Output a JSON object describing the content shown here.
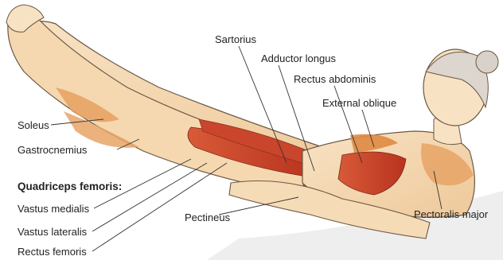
{
  "labels": {
    "sartorius": "Sartorius",
    "adductor_longus": "Adductor longus",
    "rectus_abdominis": "Rectus abdominis",
    "external_oblique": "External oblique",
    "soleus": "Soleus",
    "gastrocnemius": "Gastrocnemius",
    "quadriceps_header": "Quadriceps femoris:",
    "vastus_medialis": "Vastus medialis",
    "vastus_lateralis": "Vastus lateralis",
    "rectus_femoris": "Rectus femoris",
    "pectineus": "Pectineus",
    "pectoralis_major": "Pectoralis major"
  },
  "colors": {
    "muscle_red": "#c8402a",
    "muscle_orange": "#e08a44",
    "skin_tan": "#f3d2a6",
    "outline": "#5a4a3a",
    "leader": "#333333"
  }
}
